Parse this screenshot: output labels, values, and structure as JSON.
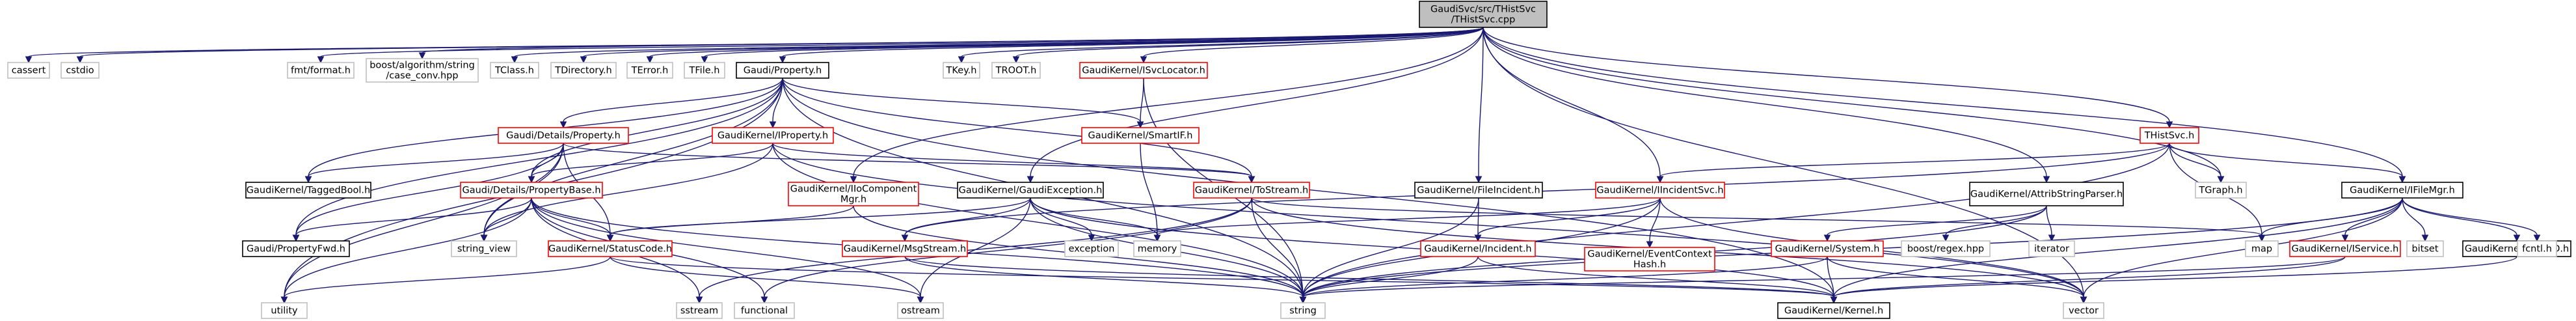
{
  "diagram": {
    "nodes": [
      {
        "id": "root",
        "lines": [
          "GaudiSvc/src/THistSvc",
          "/THistSvc.cpp"
        ],
        "style": "root"
      },
      {
        "id": "cassert",
        "lines": [
          "cassert"
        ],
        "style": "gray"
      },
      {
        "id": "cstdio",
        "lines": [
          "cstdio"
        ],
        "style": "gray"
      },
      {
        "id": "fmt",
        "lines": [
          "fmt/format.h"
        ],
        "style": "gray"
      },
      {
        "id": "boostalgo",
        "lines": [
          "boost/algorithm/string",
          "/case_conv.hpp"
        ],
        "style": "gray"
      },
      {
        "id": "tclass",
        "lines": [
          "TClass.h"
        ],
        "style": "gray"
      },
      {
        "id": "tdirectory",
        "lines": [
          "TDirectory.h"
        ],
        "style": "gray"
      },
      {
        "id": "terror",
        "lines": [
          "TError.h"
        ],
        "style": "gray"
      },
      {
        "id": "tfile",
        "lines": [
          "TFile.h"
        ],
        "style": "gray"
      },
      {
        "id": "gaudiprop",
        "lines": [
          "Gaudi/Property.h"
        ],
        "style": "black"
      },
      {
        "id": "tkey",
        "lines": [
          "TKey.h"
        ],
        "style": "gray"
      },
      {
        "id": "troot",
        "lines": [
          "TROOT.h"
        ],
        "style": "gray"
      },
      {
        "id": "svclocator",
        "lines": [
          "GaudiKernel/ISvcLocator.h"
        ],
        "style": "red"
      },
      {
        "id": "thistsvch",
        "lines": [
          "THistSvc.h"
        ],
        "style": "red"
      },
      {
        "id": "detailsprop",
        "lines": [
          "Gaudi/Details/Property.h"
        ],
        "style": "red"
      },
      {
        "id": "iproperty",
        "lines": [
          "GaudiKernel/IProperty.h"
        ],
        "style": "red"
      },
      {
        "id": "smartif",
        "lines": [
          "GaudiKernel/SmartIF.h"
        ],
        "style": "red"
      },
      {
        "id": "taggedbool",
        "lines": [
          "GaudiKernel/TaggedBool.h"
        ],
        "style": "black"
      },
      {
        "id": "propbase",
        "lines": [
          "Gaudi/Details/PropertyBase.h"
        ],
        "style": "red"
      },
      {
        "id": "iocomp",
        "lines": [
          "GaudiKernel/IIoComponent",
          "Mgr.h"
        ],
        "style": "red"
      },
      {
        "id": "gaudiexc",
        "lines": [
          "GaudiKernel/GaudiException.h"
        ],
        "style": "black"
      },
      {
        "id": "tostream",
        "lines": [
          "GaudiKernel/ToStream.h"
        ],
        "style": "red"
      },
      {
        "id": "fileincident",
        "lines": [
          "GaudiKernel/FileIncident.h"
        ],
        "style": "black"
      },
      {
        "id": "iincidentsvc",
        "lines": [
          "GaudiKernel/IIncidentSvc.h"
        ],
        "style": "red"
      },
      {
        "id": "attribparser",
        "lines": [
          "GaudiKernel/AttribStringParser.h"
        ],
        "style": "black"
      },
      {
        "id": "tgraph",
        "lines": [
          "TGraph.h"
        ],
        "style": "gray"
      },
      {
        "id": "ifilemgr",
        "lines": [
          "GaudiKernel/IFileMgr.h"
        ],
        "style": "black"
      },
      {
        "id": "propfwd",
        "lines": [
          "Gaudi/PropertyFwd.h"
        ],
        "style": "black"
      },
      {
        "id": "statuscode",
        "lines": [
          "GaudiKernel/StatusCode.h"
        ],
        "style": "red"
      },
      {
        "id": "stringview",
        "lines": [
          "string_view"
        ],
        "style": "gray"
      },
      {
        "id": "msgstream",
        "lines": [
          "GaudiKernel/MsgStream.h"
        ],
        "style": "red"
      },
      {
        "id": "exception",
        "lines": [
          "exception"
        ],
        "style": "gray"
      },
      {
        "id": "memory",
        "lines": [
          "memory"
        ],
        "style": "gray"
      },
      {
        "id": "incident",
        "lines": [
          "GaudiKernel/Incident.h"
        ],
        "style": "red"
      },
      {
        "id": "eventctx",
        "lines": [
          "GaudiKernel/EventContext",
          "Hash.h"
        ],
        "style": "red"
      },
      {
        "id": "system",
        "lines": [
          "GaudiKernel/System.h"
        ],
        "style": "red"
      },
      {
        "id": "boostregex",
        "lines": [
          "boost/regex.hpp"
        ],
        "style": "gray"
      },
      {
        "id": "iterator",
        "lines": [
          "iterator"
        ],
        "style": "gray"
      },
      {
        "id": "map",
        "lines": [
          "map"
        ],
        "style": "gray"
      },
      {
        "id": "iservice",
        "lines": [
          "GaudiKernel/IService.h"
        ],
        "style": "red"
      },
      {
        "id": "classid",
        "lines": [
          "GaudiKernel/ClassID.h"
        ],
        "style": "black"
      },
      {
        "id": "bitset",
        "lines": [
          "bitset"
        ],
        "style": "gray"
      },
      {
        "id": "fcntl",
        "lines": [
          "fcntl.h"
        ],
        "style": "gray"
      },
      {
        "id": "utility",
        "lines": [
          "utility"
        ],
        "style": "gray"
      },
      {
        "id": "sstream",
        "lines": [
          "sstream"
        ],
        "style": "gray"
      },
      {
        "id": "functional",
        "lines": [
          "functional"
        ],
        "style": "gray"
      },
      {
        "id": "ostream",
        "lines": [
          "ostream"
        ],
        "style": "gray"
      },
      {
        "id": "string",
        "lines": [
          "string"
        ],
        "style": "gray"
      },
      {
        "id": "kernel",
        "lines": [
          "GaudiKernel/Kernel.h"
        ],
        "style": "black"
      },
      {
        "id": "vector",
        "lines": [
          "vector"
        ],
        "style": "gray"
      }
    ],
    "edges": [
      [
        "root",
        "cassert"
      ],
      [
        "root",
        "cstdio"
      ],
      [
        "root",
        "fmt"
      ],
      [
        "root",
        "boostalgo"
      ],
      [
        "root",
        "tclass"
      ],
      [
        "root",
        "tdirectory"
      ],
      [
        "root",
        "terror"
      ],
      [
        "root",
        "tfile"
      ],
      [
        "root",
        "gaudiprop"
      ],
      [
        "root",
        "tkey"
      ],
      [
        "root",
        "troot"
      ],
      [
        "root",
        "svclocator"
      ],
      [
        "root",
        "thistsvch"
      ],
      [
        "root",
        "gaudiexc"
      ],
      [
        "root",
        "fileincident"
      ],
      [
        "root",
        "iincidentsvc"
      ],
      [
        "root",
        "attribparser"
      ],
      [
        "root",
        "tgraph"
      ],
      [
        "root",
        "ifilemgr"
      ],
      [
        "root",
        "iocomp"
      ],
      [
        "root",
        "vector"
      ],
      [
        "gaudiprop",
        "detailsprop"
      ],
      [
        "gaudiprop",
        "iproperty"
      ],
      [
        "gaudiprop",
        "smartif"
      ],
      [
        "gaudiprop",
        "taggedbool"
      ],
      [
        "gaudiprop",
        "propbase"
      ],
      [
        "gaudiprop",
        "tostream"
      ],
      [
        "gaudiprop",
        "propfwd"
      ],
      [
        "gaudiprop",
        "stringview"
      ],
      [
        "gaudiprop",
        "string"
      ],
      [
        "gaudiprop",
        "utility"
      ],
      [
        "gaudiprop",
        "kernel"
      ],
      [
        "svclocator",
        "smartif"
      ],
      [
        "svclocator",
        "string"
      ],
      [
        "detailsprop",
        "taggedbool"
      ],
      [
        "detailsprop",
        "propbase"
      ],
      [
        "detailsprop",
        "propfwd"
      ],
      [
        "detailsprop",
        "stringview"
      ],
      [
        "detailsprop",
        "statuscode"
      ],
      [
        "detailsprop",
        "utility"
      ],
      [
        "detailsprop",
        "tostream"
      ],
      [
        "iproperty",
        "propbase"
      ],
      [
        "iproperty",
        "tostream"
      ],
      [
        "iproperty",
        "stringview"
      ],
      [
        "iproperty",
        "string"
      ],
      [
        "iproperty",
        "vector"
      ],
      [
        "smartif",
        "memory"
      ],
      [
        "propbase",
        "propfwd"
      ],
      [
        "propbase",
        "statuscode"
      ],
      [
        "propbase",
        "stringview"
      ],
      [
        "propbase",
        "utility"
      ],
      [
        "propbase",
        "sstream"
      ],
      [
        "propbase",
        "string"
      ],
      [
        "propbase",
        "functional"
      ],
      [
        "propbase",
        "ostream"
      ],
      [
        "iocomp",
        "statuscode"
      ],
      [
        "iocomp",
        "string"
      ],
      [
        "gaudiexc",
        "statuscode"
      ],
      [
        "gaudiexc",
        "msgstream"
      ],
      [
        "gaudiexc",
        "exception"
      ],
      [
        "gaudiexc",
        "memory"
      ],
      [
        "gaudiexc",
        "string"
      ],
      [
        "gaudiexc",
        "kernel"
      ],
      [
        "gaudiexc",
        "ostream"
      ],
      [
        "tostream",
        "map"
      ],
      [
        "tostream",
        "sstream"
      ],
      [
        "tostream",
        "string"
      ],
      [
        "tostream",
        "vector"
      ],
      [
        "tostream",
        "functional"
      ],
      [
        "fileincident",
        "incident"
      ],
      [
        "fileincident",
        "string"
      ],
      [
        "iincidentsvc",
        "incident"
      ],
      [
        "iincidentsvc",
        "eventctx"
      ],
      [
        "iincidentsvc",
        "memory"
      ],
      [
        "iincidentsvc",
        "string"
      ],
      [
        "iincidentsvc",
        "vector"
      ],
      [
        "attribparser",
        "system"
      ],
      [
        "attribparser",
        "boostregex"
      ],
      [
        "attribparser",
        "iterator"
      ],
      [
        "attribparser",
        "string"
      ],
      [
        "thistsvch",
        "iincidentsvc"
      ],
      [
        "thistsvch",
        "ifilemgr"
      ],
      [
        "thistsvch",
        "msgstream"
      ],
      [
        "thistsvch",
        "tgraph"
      ],
      [
        "thistsvch",
        "map"
      ],
      [
        "thistsvch",
        "string"
      ],
      [
        "ifilemgr",
        "iservice"
      ],
      [
        "ifilemgr",
        "classid"
      ],
      [
        "ifilemgr",
        "bitset"
      ],
      [
        "ifilemgr",
        "fcntl"
      ],
      [
        "ifilemgr",
        "map"
      ],
      [
        "ifilemgr",
        "string"
      ],
      [
        "ifilemgr",
        "vector"
      ],
      [
        "ifilemgr",
        "kernel"
      ],
      [
        "statuscode",
        "utility"
      ],
      [
        "statuscode",
        "ostream"
      ],
      [
        "statuscode",
        "kernel"
      ],
      [
        "msgstream",
        "string"
      ],
      [
        "msgstream",
        "kernel"
      ],
      [
        "incident",
        "string"
      ],
      [
        "incident",
        "kernel"
      ],
      [
        "system",
        "string"
      ],
      [
        "system",
        "kernel"
      ],
      [
        "system",
        "vector"
      ],
      [
        "iservice",
        "string"
      ],
      [
        "iservice",
        "kernel"
      ],
      [
        "classid",
        "kernel"
      ]
    ]
  }
}
